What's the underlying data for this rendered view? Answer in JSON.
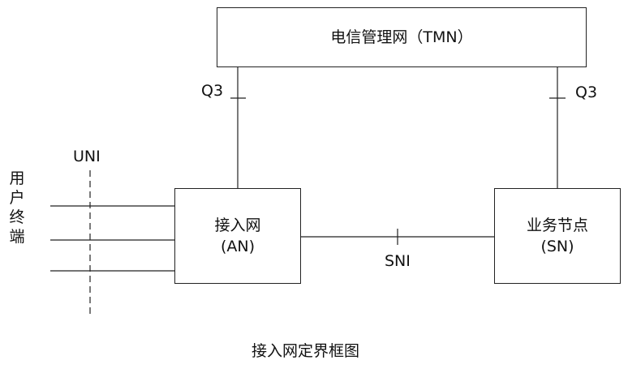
{
  "tmn": {
    "label": "电信管理网（TMN）"
  },
  "access_network": {
    "line1": "接入网",
    "line2": "(AN)"
  },
  "service_node": {
    "line1": "业务节点",
    "line2": "(SN)"
  },
  "interfaces": {
    "q3_left": "Q3",
    "q3_right": "Q3",
    "uni": "UNI",
    "sni": "SNI"
  },
  "user_terminal": [
    "用",
    "户",
    "终",
    "端"
  ],
  "caption": "接入网定界框图"
}
